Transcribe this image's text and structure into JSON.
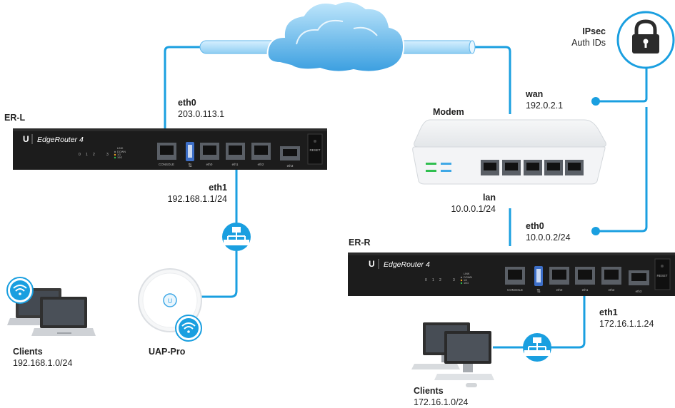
{
  "router_left": {
    "name": "ER-L",
    "brand": "EdgeRouter 4",
    "port_labels": [
      "CONSOLE",
      "eth0",
      "eth1",
      "eth2",
      "eth3",
      "RESET"
    ],
    "led_numbers": [
      "0",
      "1",
      "2",
      "3"
    ],
    "led_legend": [
      "LINK",
      "DOWN",
      "1G",
      "10G"
    ]
  },
  "router_right": {
    "name": "ER-R",
    "brand": "EdgeRouter 4",
    "port_labels": [
      "CONSOLE",
      "eth0",
      "eth1",
      "eth2",
      "eth3",
      "RESET"
    ],
    "led_numbers": [
      "0",
      "1",
      "2",
      "3"
    ],
    "led_legend": [
      "LINK",
      "DOWN",
      "1G",
      "10G"
    ]
  },
  "labels": {
    "erl_eth0": {
      "name": "eth0",
      "ip": "203.0.113.1"
    },
    "erl_eth1": {
      "name": "eth1",
      "ip": "192.168.1.1/24"
    },
    "modem": {
      "name": "Modem"
    },
    "modem_wan": {
      "name": "wan",
      "ip": "192.0.2.1"
    },
    "modem_lan": {
      "name": "lan",
      "ip": "10.0.0.1/24"
    },
    "err_eth0": {
      "name": "eth0",
      "ip": "10.0.0.2/24"
    },
    "err_eth1": {
      "name": "eth1",
      "ip": "172.16.1.1.24"
    },
    "ipsec": {
      "name": "IPsec",
      "detail": "Auth IDs"
    },
    "clients_left": {
      "name": "Clients",
      "subnet": "192.168.1.0/24"
    },
    "uap": {
      "name": "UAP-Pro"
    },
    "clients_right": {
      "name": "Clients",
      "subnet": "172.16.1.0/24"
    }
  },
  "colors": {
    "link": "#1a9fe0",
    "router_body": "#1c1c1c",
    "port": "#5a5f66",
    "modem_body": "#eceef0",
    "cloud": "#3fa8e6"
  }
}
